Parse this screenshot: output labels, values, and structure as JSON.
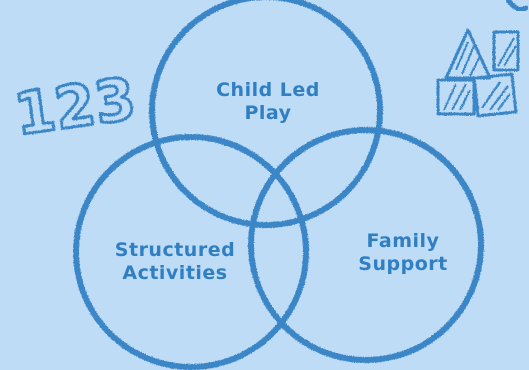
{
  "diagram": {
    "type": "venn",
    "circles": [
      {
        "label": "Child Led\nPlay"
      },
      {
        "label": "Structured\nActivities"
      },
      {
        "label": "Family\nSupport"
      }
    ]
  },
  "decorations": {
    "numbers": "123",
    "blocks_icon": "toy-blocks-icon"
  },
  "colors": {
    "background": "#bfdcf6",
    "stroke": "#3b86c7",
    "text": "#2f7fc2"
  }
}
